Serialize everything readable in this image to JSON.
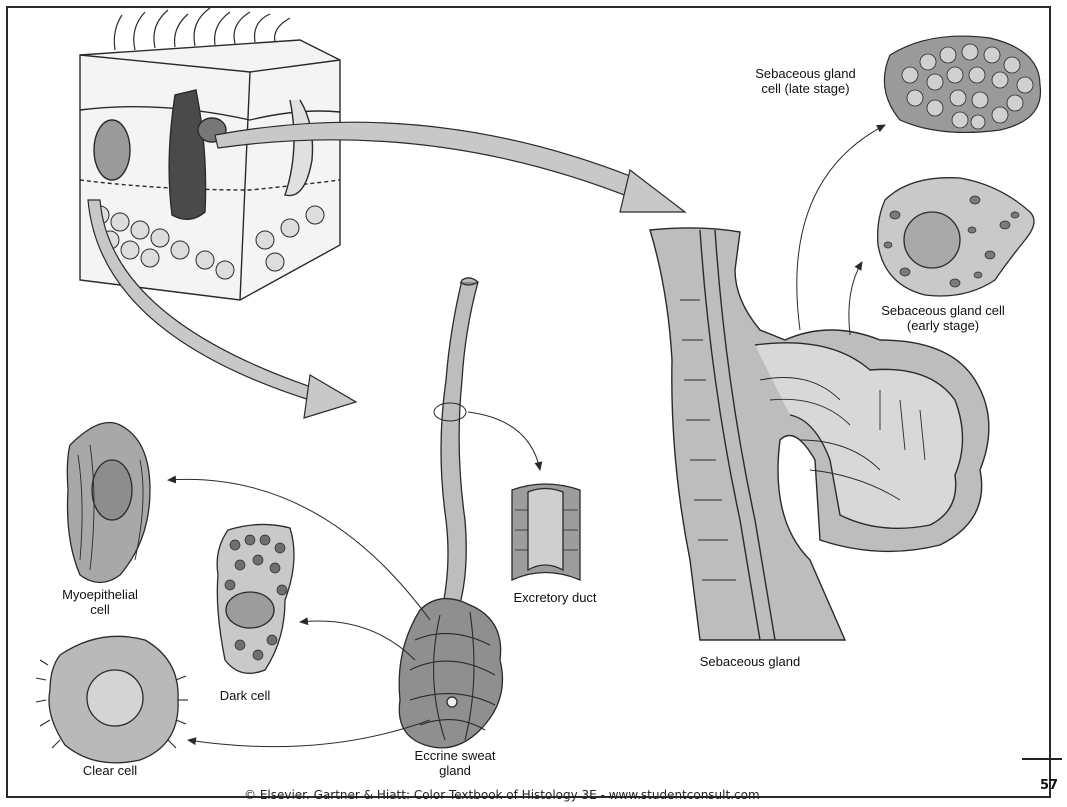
{
  "labels": {
    "sebaceous_late": [
      "Sebaceous gland",
      "cell (late stage)"
    ],
    "sebaceous_early": [
      "Sebaceous gland cell",
      "(early stage)"
    ],
    "sebaceous_gland": "Sebaceous gland",
    "excretory_duct": "Excretory duct",
    "myoepithelial": [
      "Myoepithelial",
      "cell"
    ],
    "dark_cell": "Dark cell",
    "clear_cell": "Clear cell",
    "eccrine": [
      "Eccrine sweat",
      "gland"
    ]
  },
  "footer": {
    "copyright": "© Elsevier. Gartner & Hiatt: Color Textbook of Histology 3E - www.studentconsult.com",
    "page_number": "57"
  },
  "colors": {
    "tissue_fill": "#bdbdbd",
    "tissue_dark": "#8a8a8a",
    "arrow_fill": "#c8c8c8",
    "line": "#2a2a2a"
  }
}
